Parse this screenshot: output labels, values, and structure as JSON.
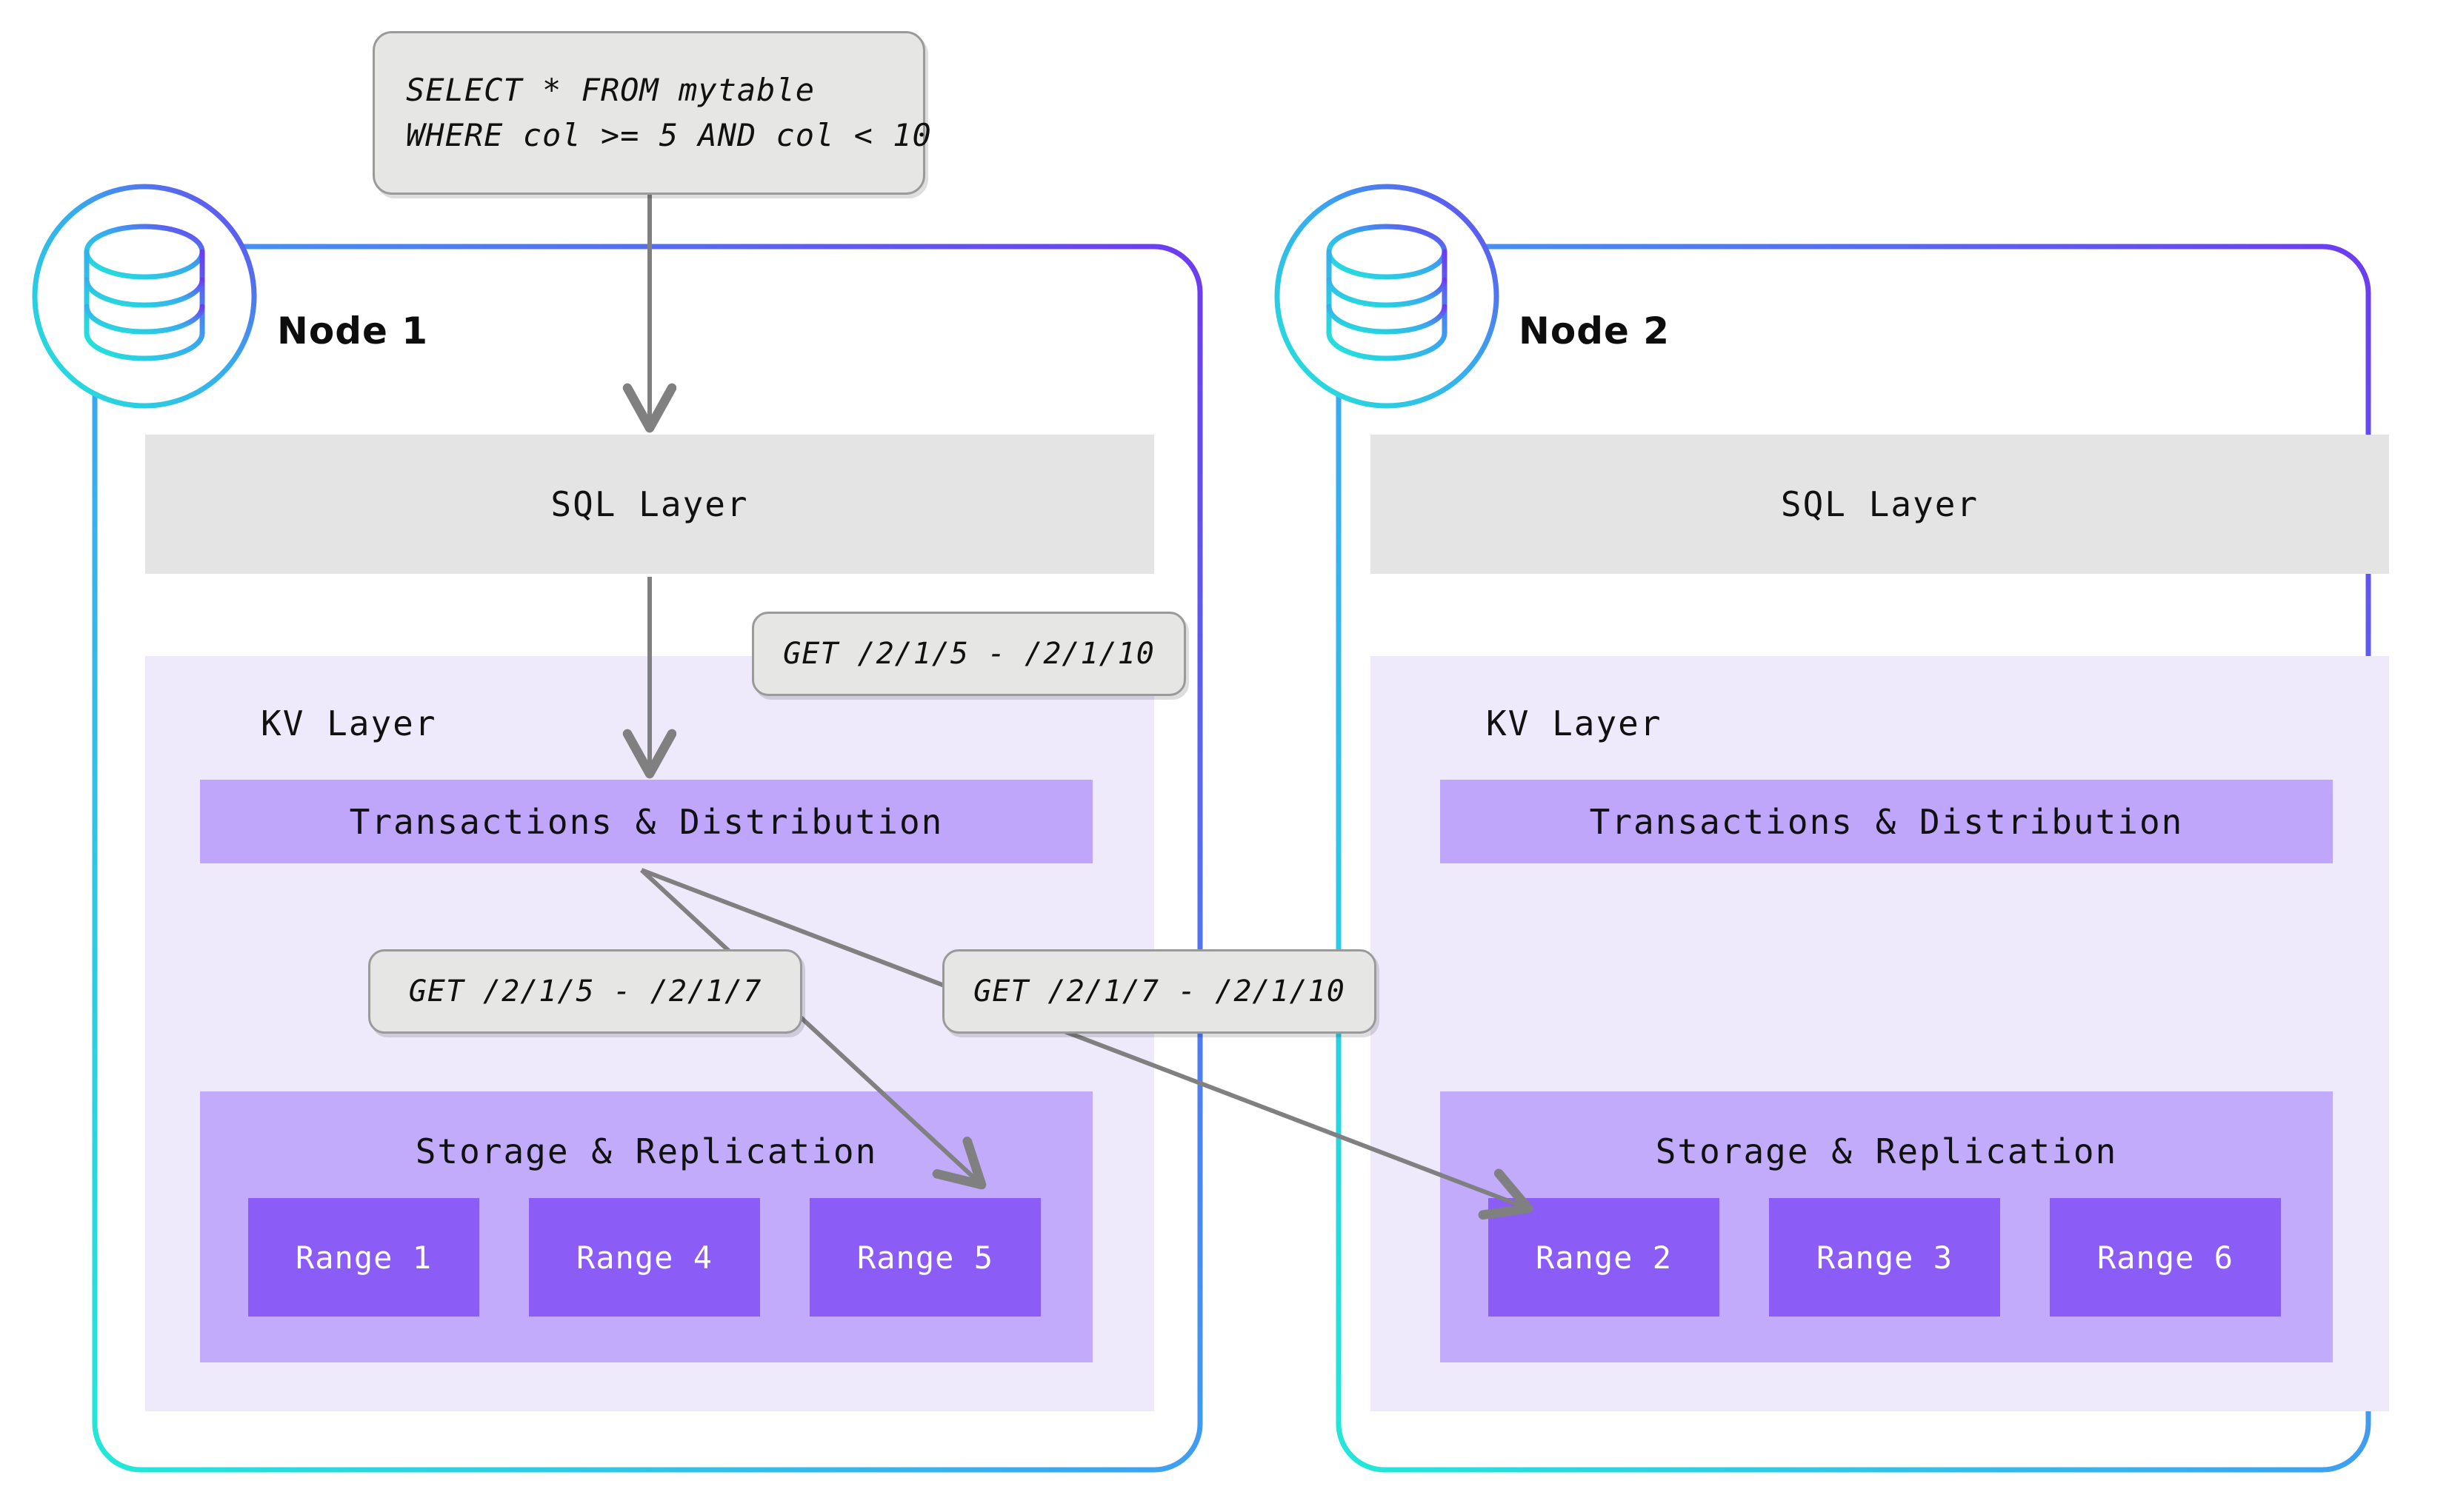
{
  "diagram": {
    "title": "CockroachDB distributed SQL query routing across two nodes",
    "type": "architecture-flow",
    "colors": {
      "gradient_start": "#22e8d8",
      "gradient_mid": "#36a5f0",
      "gradient_end": "#6d3bef",
      "sql_layer_bg": "#e4e4e4",
      "kv_layer_bg": "#eeeafb",
      "txn_bar_bg": "#bfa6fa",
      "storage_bg": "#c3abfb",
      "range_bg": "#8b5cf6",
      "range_text": "#ffffff",
      "arrow": "#808080",
      "bubble_bg": "#e6e6e4",
      "bubble_border": "#9a9a9a",
      "text": "#111111"
    }
  },
  "query": {
    "line1": "SELECT * FROM mytable",
    "line2": "WHERE col >= 5 AND col < 10"
  },
  "callouts": {
    "sql_to_kv": "GET /2/1/5 - /2/1/10",
    "kv_to_local_range": "GET /2/1/5 - /2/1/7",
    "kv_to_remote_range": "GET /2/1/7 - /2/1/10"
  },
  "nodes": [
    {
      "id": "node-1",
      "title": "Node 1",
      "icon": "database-cylinder-icon",
      "sql_layer": {
        "label": "SQL Layer"
      },
      "kv_layer": {
        "label": "KV Layer",
        "transactions": {
          "label": "Transactions & Distribution"
        },
        "storage": {
          "label": "Storage & Replication",
          "ranges": [
            {
              "label": "Range 1"
            },
            {
              "label": "Range 4"
            },
            {
              "label": "Range 5"
            }
          ]
        }
      }
    },
    {
      "id": "node-2",
      "title": "Node 2",
      "icon": "database-cylinder-icon",
      "sql_layer": {
        "label": "SQL Layer"
      },
      "kv_layer": {
        "label": "KV Layer",
        "transactions": {
          "label": "Transactions & Distribution"
        },
        "storage": {
          "label": "Storage & Replication",
          "ranges": [
            {
              "label": "Range 2"
            },
            {
              "label": "Range 3"
            },
            {
              "label": "Range 6"
            }
          ]
        }
      }
    }
  ],
  "flows": [
    {
      "from": "query-box",
      "to": "node-1 SQL Layer",
      "label": ""
    },
    {
      "from": "node-1 SQL Layer",
      "to": "node-1 Transactions & Distribution",
      "label": "GET /2/1/5 - /2/1/10"
    },
    {
      "from": "node-1 Transactions & Distribution",
      "to": "node-1 Range 5",
      "label": "GET /2/1/5 - /2/1/7"
    },
    {
      "from": "node-1 Transactions & Distribution",
      "to": "node-2 Range 2",
      "label": "GET /2/1/7 - /2/1/10"
    }
  ]
}
